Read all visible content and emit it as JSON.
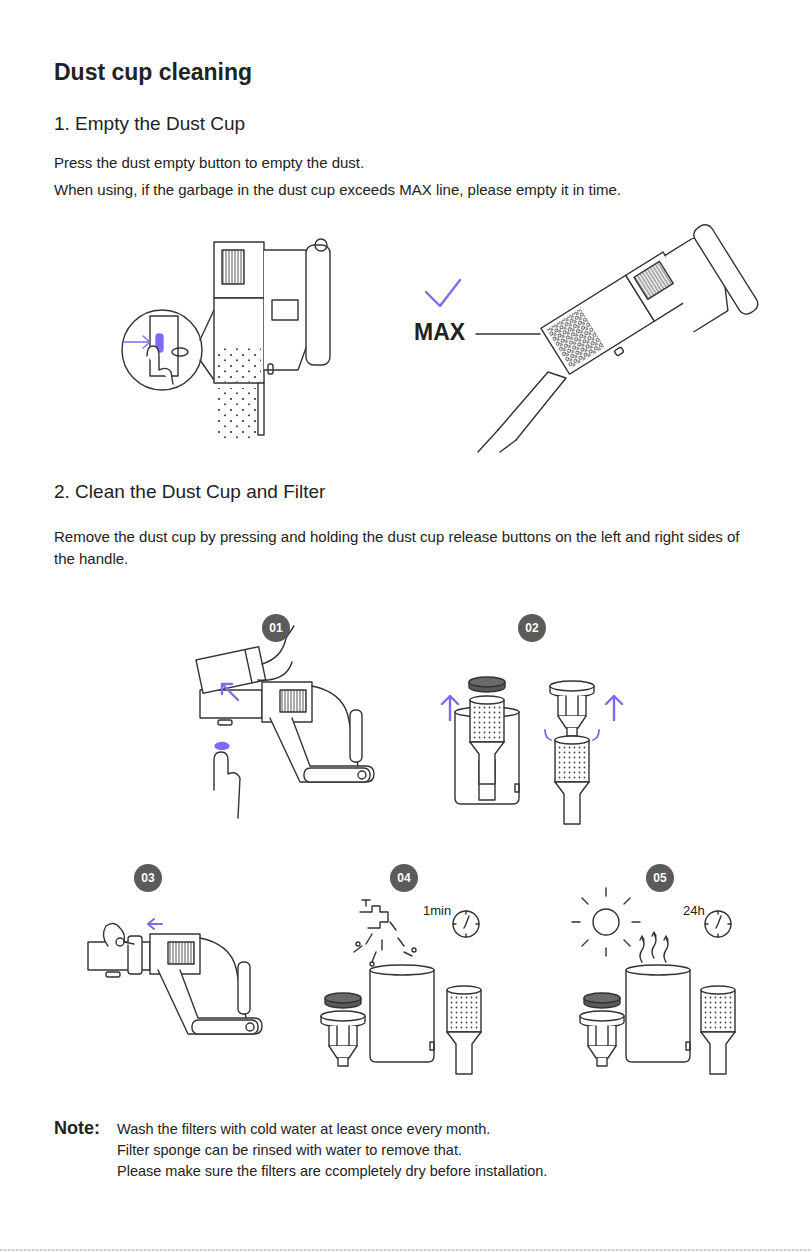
{
  "diagram": {
    "title": "Dust cup cleaning",
    "nodes": [
      {
        "text": [
          "01"
        ]
      },
      {
        "text": [
          "02"
        ]
      },
      {
        "text": [
          "03"
        ]
      },
      {
        "text": [
          "04"
        ]
      },
      {
        "text": [
          "05"
        ]
      }
    ],
    "labels": [
      "1. Empty the Dust Cup",
      "Press the dust empty button to empty the dust.",
      "When using, if the garbage in the dust cup exceeds MAX line, please empty it in time.",
      "MAX",
      "2. Clean the Dust Cup and Filter",
      "Remove the dust cup by pressing and holding the dust cup release buttons on the left and right sides of the handle.",
      "1min",
      "24h",
      "Note:",
      "Wash the filters with cold water at least once every month.",
      "Filter sponge can be rinsed with water to remove that.",
      "Please make sure the filters are ccompletely dry before installation."
    ]
  }
}
